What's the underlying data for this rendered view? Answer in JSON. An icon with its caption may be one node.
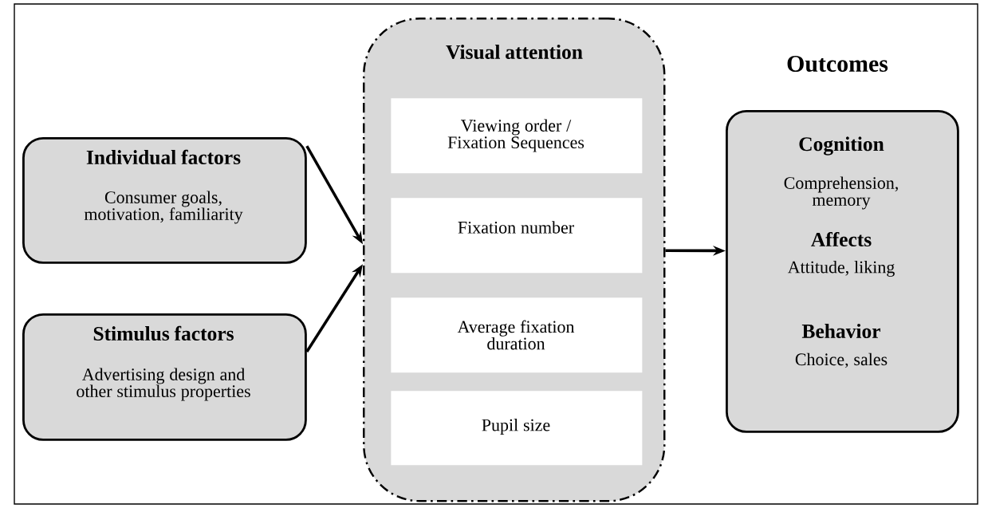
{
  "diagram": {
    "nodes": [
      {
        "text": [
          "Individual factors",
          "Consumer goals, motivation, familiarity"
        ]
      },
      {
        "text": [
          "Stimulus factors",
          "Advertising design and other stimulus properties"
        ]
      },
      {
        "text": [
          "Visual attention"
        ]
      },
      {
        "text": [
          "Viewing order / Fixation Sequences"
        ],
        "in": 2
      },
      {
        "text": [
          "Fixation number"
        ],
        "in": 2
      },
      {
        "text": [
          "Average fixation duration"
        ],
        "in": 2
      },
      {
        "text": [
          "Pupil size"
        ],
        "in": 2
      },
      {
        "text": [
          "Outcomes",
          "Cognition",
          "Comprehension, memory",
          "Affects",
          "Attitude, liking",
          "Behavior",
          "Choice, sales"
        ]
      }
    ],
    "edges": [
      {
        "from": 0,
        "to": 2,
        "arrow": "to"
      },
      {
        "from": 1,
        "to": 2,
        "arrow": "to"
      },
      {
        "from": 2,
        "to": 7,
        "arrow": "to"
      }
    ]
  }
}
